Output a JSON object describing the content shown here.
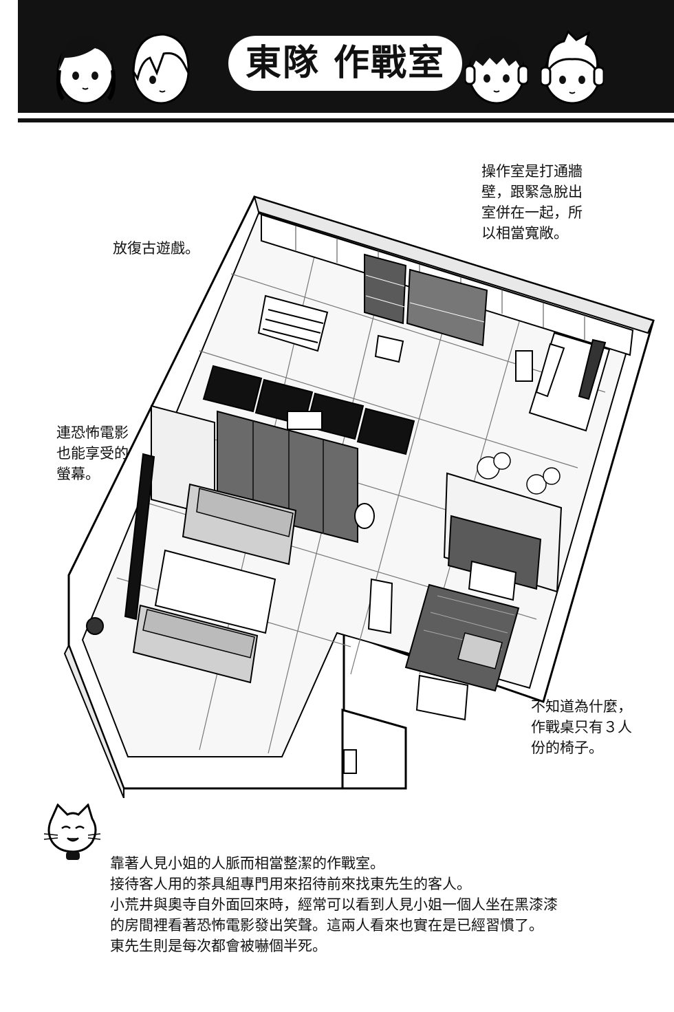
{
  "header": {
    "title": "東隊 作戰室",
    "portraits": [
      {
        "name": "member-long-hair"
      },
      {
        "name": "member-light-hair"
      },
      {
        "name": "member-headphones-dark"
      },
      {
        "name": "member-headphones-spiky"
      }
    ]
  },
  "notes": {
    "top_right": "操作室是打通牆\n壁，跟緊急脫出\n室併在一起，所\n以相當寬敞。",
    "retro_games": "放復古遊戲。",
    "horror_screen": "連恐怖電影\n也能享受的\n螢幕。",
    "chairs": "不知道為什麼，\n作戰桌只有３人\n份的椅子。"
  },
  "caption": {
    "lines": [
      "靠著人見小姐的人脈而相當整潔的作戰室。",
      "接待客人用的茶具組專門用來招待前來找東先生的客人。",
      "小荒井與奧寺自外面回來時，經常可以看到人見小姐一個人坐在黑漆漆",
      "的房間裡看著恐怖電影發出笑聲。這兩人看來也實在是已經習慣了。",
      "東先生則是每次都會被嚇個半死。"
    ]
  }
}
